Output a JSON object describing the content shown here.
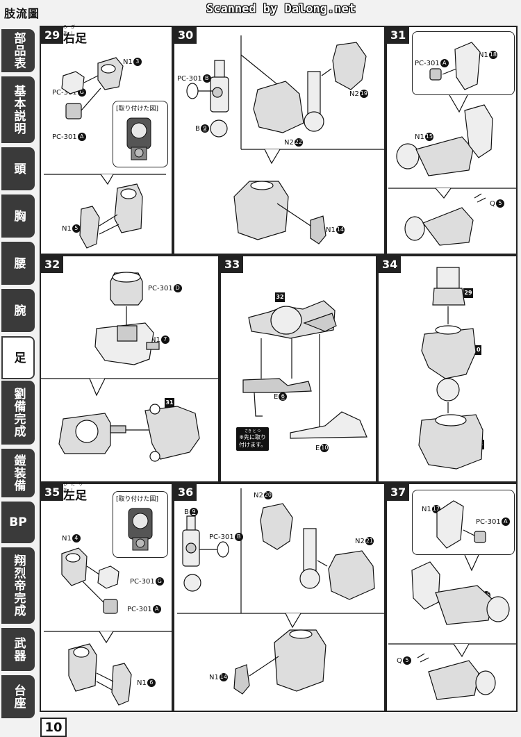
{
  "header": {
    "title": "肢流圖",
    "scan_credit": "Scanned by Dalong.net"
  },
  "sidebar": {
    "tabs": [
      {
        "label": "部品表",
        "active": false
      },
      {
        "label": "基本説明",
        "active": false
      },
      {
        "label": "頭",
        "active": false
      },
      {
        "label": "胸",
        "active": false
      },
      {
        "label": "腰",
        "active": false
      },
      {
        "label": "腕",
        "active": false
      },
      {
        "label": "足",
        "active": true
      },
      {
        "label": "劉備完成",
        "active": false
      },
      {
        "label": "鎧装備",
        "active": false
      },
      {
        "label": "BP",
        "active": false
      },
      {
        "label": "翔烈帝完成",
        "active": false
      },
      {
        "label": "武器",
        "active": false
      },
      {
        "label": "台座",
        "active": false
      }
    ]
  },
  "page_number": "10",
  "steps": {
    "s29": {
      "num": "29",
      "title": "右足",
      "ruby": "みぎ あし",
      "labels": {
        "n1_3": "N1",
        "n1_3_no": "3",
        "pcg": "PC-301",
        "pcg_l": "G",
        "pca": "PC-301",
        "pca_l": "A",
        "n1_5": "N1",
        "n1_5_no": "5"
      },
      "inset_caption": "[取り付けた図]"
    },
    "s30": {
      "num": "30",
      "labels": {
        "pcb": "PC-301",
        "pcb_l": "B",
        "b9": "B",
        "b9_no": "9",
        "n2_19": "N2",
        "n2_19_no": "19",
        "n2_22": "N2",
        "n2_22_no": "22",
        "n1_14": "N1",
        "n1_14_no": "14"
      }
    },
    "s31": {
      "num": "31",
      "labels": {
        "pca": "PC-301",
        "pca_l": "A",
        "n1_18": "N1",
        "n1_18_no": "18",
        "n1_15": "N1",
        "n1_15_no": "15",
        "q5": "Q",
        "q5_no": "5"
      }
    },
    "s32": {
      "num": "32",
      "labels": {
        "pcd": "PC-301",
        "pcd_l": "D",
        "n1_7": "N1",
        "n1_7_no": "7"
      },
      "ref": "31"
    },
    "s33": {
      "num": "33",
      "labels": {
        "e6": "E",
        "e6_no": "6",
        "e10": "E",
        "e10_no": "10"
      },
      "ref": "32",
      "note_line1": "※先に取り",
      "note_line2": "付けます。",
      "note_ruby": "さき と つ"
    },
    "s34": {
      "num": "34",
      "refs": [
        "29",
        "30",
        "33"
      ]
    },
    "s35": {
      "num": "35",
      "title": "左足",
      "ruby": "ひだり あし",
      "labels": {
        "n1_4": "N1",
        "n1_4_no": "4",
        "pcg": "PC-301",
        "pcg_l": "G",
        "pca": "PC-301",
        "pca_l": "A",
        "n1_6": "N1",
        "n1_6_no": "6"
      },
      "inset_caption": "[取り付けた図]"
    },
    "s36": {
      "num": "36",
      "labels": {
        "b9": "B",
        "b9_no": "9",
        "pcb": "PC-301",
        "pcb_l": "B",
        "n2_20": "N2",
        "n2_20_no": "20",
        "n2_21": "N2",
        "n2_21_no": "21",
        "n1_14": "N1",
        "n1_14_no": "14"
      }
    },
    "s37": {
      "num": "37",
      "labels": {
        "n1_17": "N1",
        "n1_17_no": "17",
        "pca": "PC-301",
        "pca_l": "A",
        "n1_16": "N1",
        "n1_16_no": "16",
        "q5": "Q",
        "q5_no": "5"
      }
    }
  }
}
